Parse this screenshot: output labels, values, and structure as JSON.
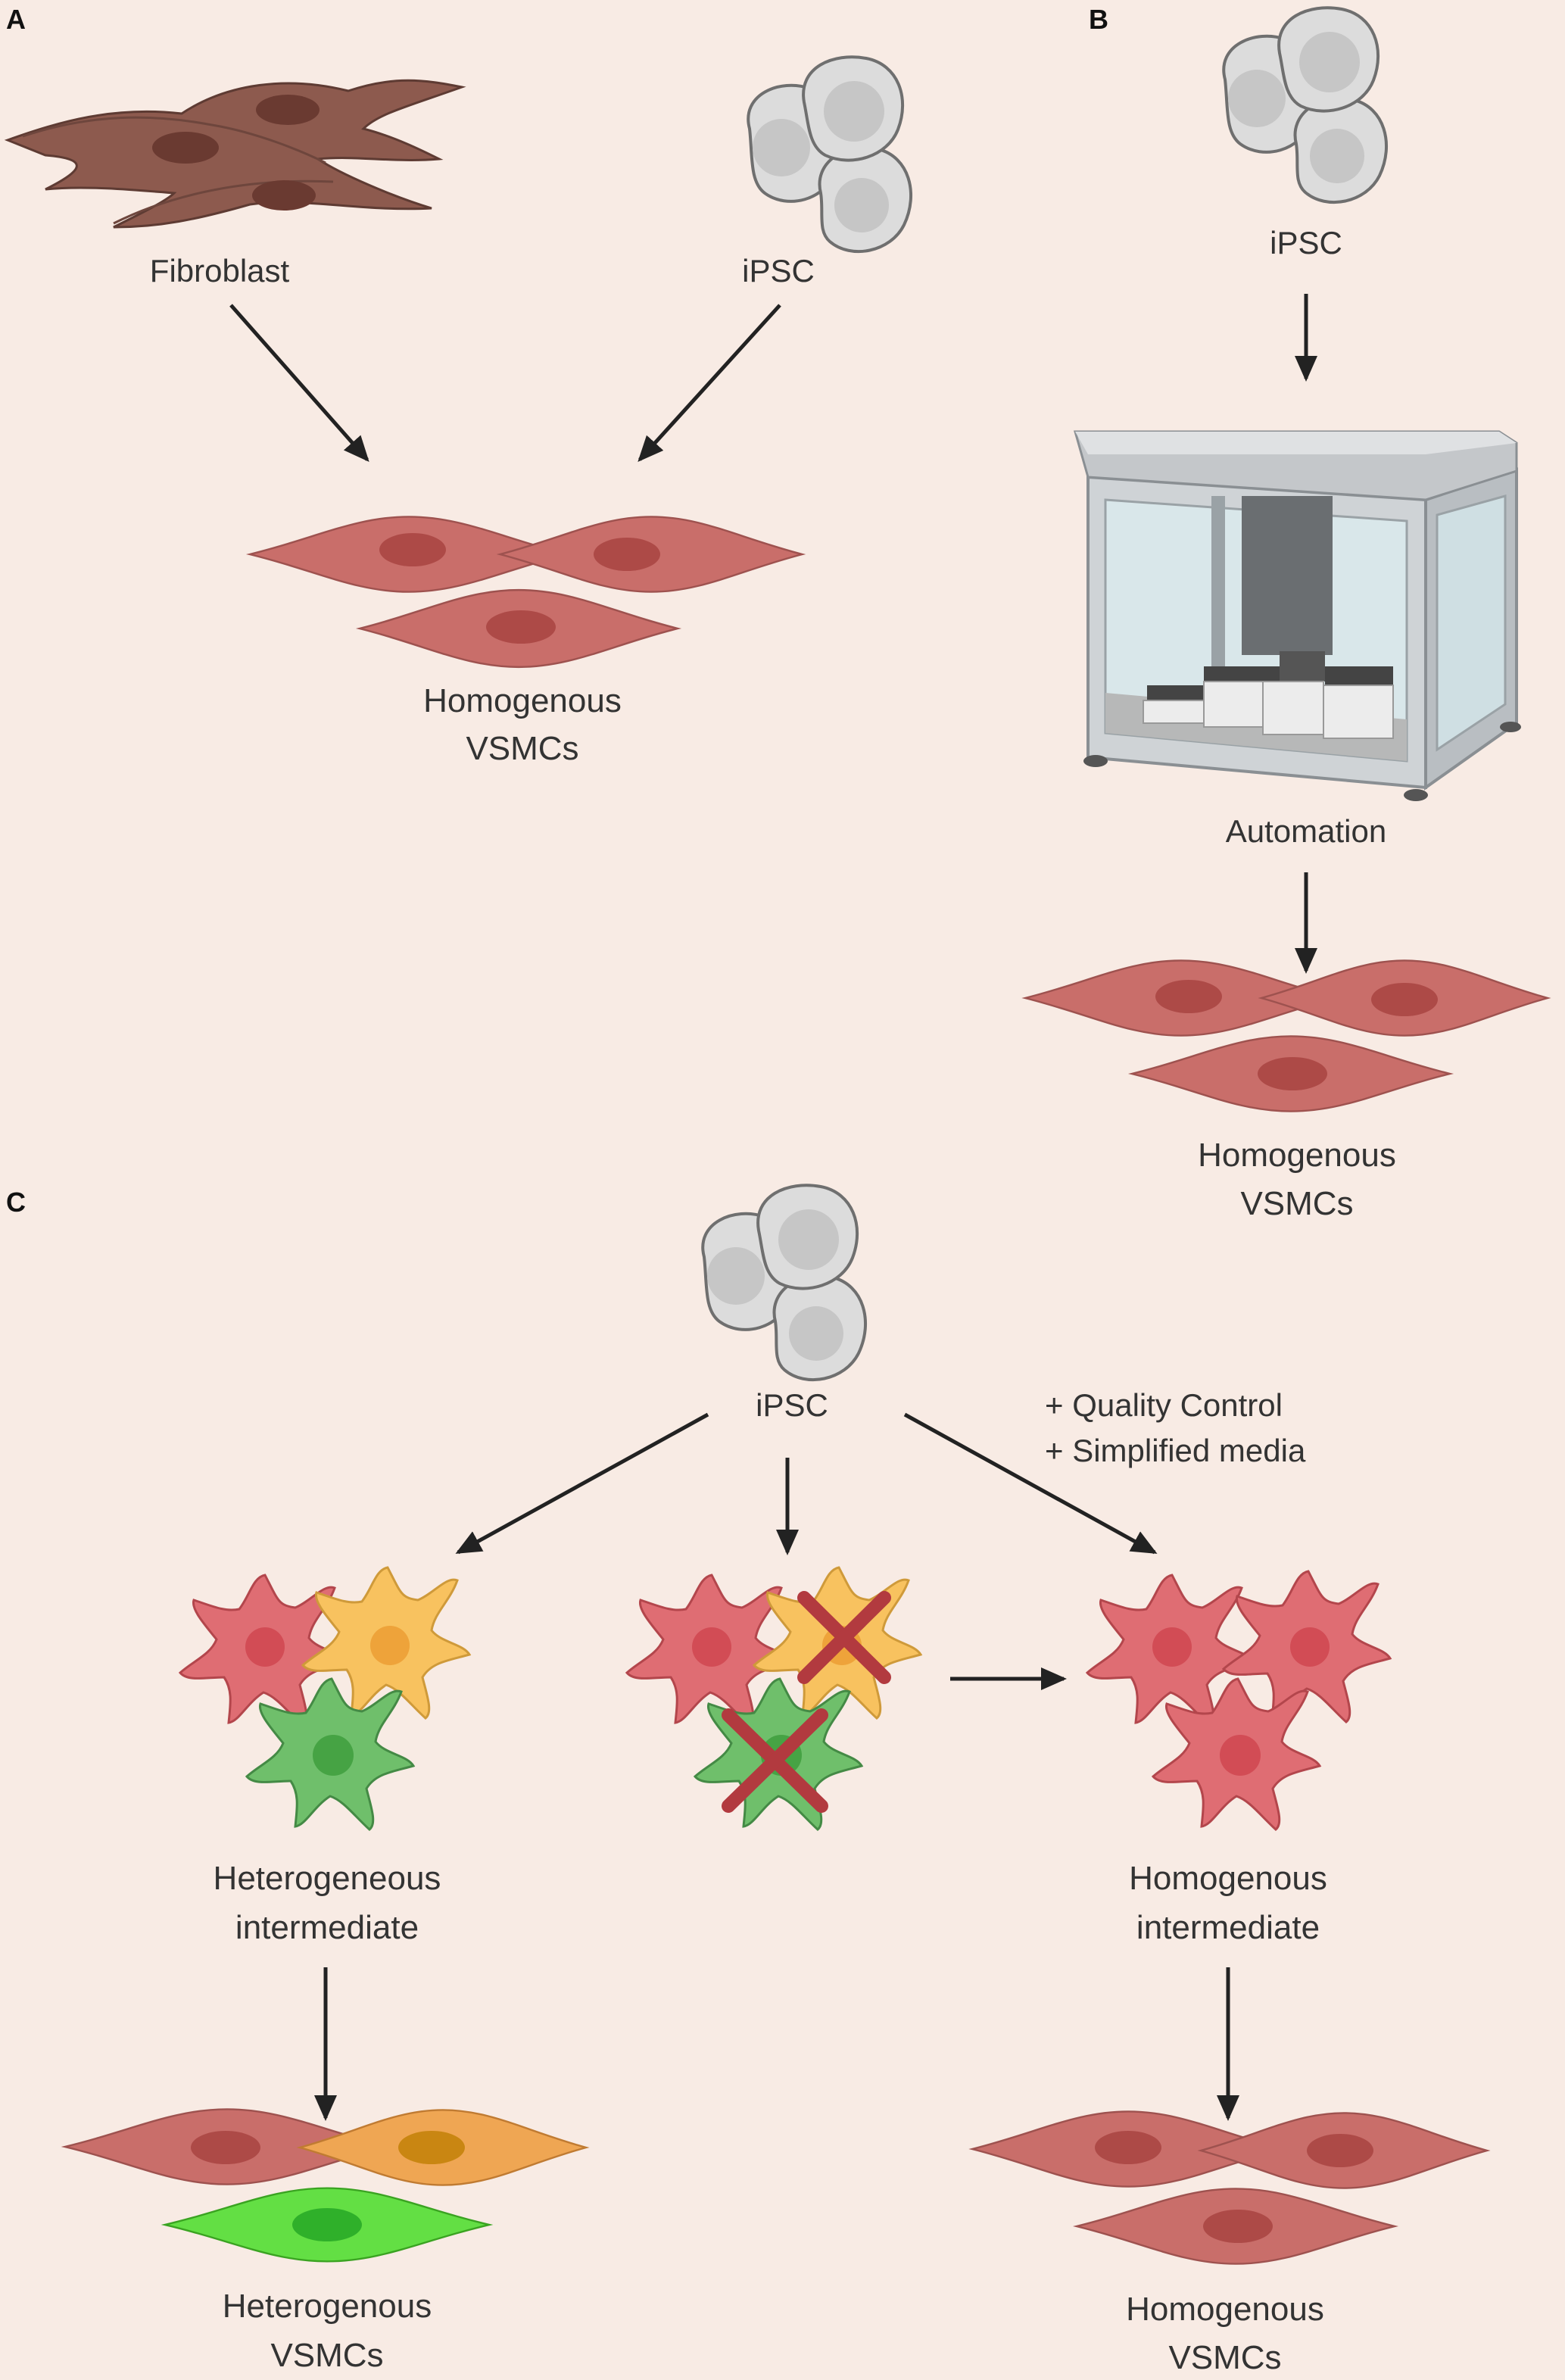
{
  "panels": {
    "a": "A",
    "b": "B",
    "c": "C"
  },
  "labels": {
    "a_fibroblast": "Fibroblast",
    "a_ipsc": "iPSC",
    "a_result_line1": "Homogenous",
    "a_result_line2": "VSMCs",
    "b_ipsc": "iPSC",
    "b_automation": "Automation",
    "b_result_line1": "Homogenous",
    "b_result_line2": "VSMCs",
    "c_ipsc": "iPSC",
    "c_qc_line1": "+ Quality Control",
    "c_qc_line2": "+ Simplified media",
    "c_het_intermediate_line1": "Heterogeneous",
    "c_het_intermediate_line2": "intermediate",
    "c_hom_intermediate_line1": "Homogenous",
    "c_hom_intermediate_line2": "intermediate",
    "c_het_result_line1": "Heterogenous",
    "c_het_result_line2": "VSMCs",
    "c_hom_result_line1": "Homogenous",
    "c_hom_result_line2": "VSMCs"
  },
  "colors": {
    "background": "#f8ebe4",
    "fibroblast": "#8d5a4e",
    "vsmc": "#c96e6a",
    "ipsc": "#dcdcdc",
    "red_cell": "#df6d73",
    "yellow_cell": "#f8c25f",
    "green_cell": "#6fbf6b",
    "orange_vsmc": "#efa653",
    "green_vsmc": "#63df44",
    "cross": "#b23a3f",
    "arrow": "#222222"
  }
}
